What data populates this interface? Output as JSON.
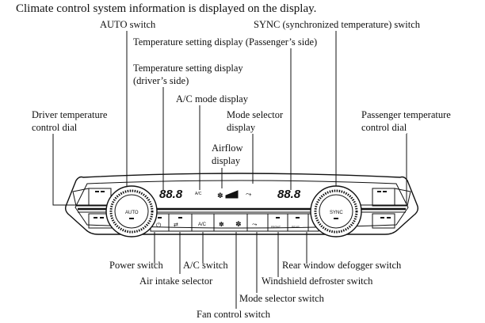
{
  "title": "Climate control system information is displayed on the display.",
  "labels": {
    "auto_switch": "AUTO switch",
    "sync_switch": "SYNC (synchronized temperature) switch",
    "temp_passenger": "Temperature setting display (Passenger’s side)",
    "temp_driver_1": "Temperature setting display",
    "temp_driver_2": "(driver’s side)",
    "ac_mode_display": "A/C mode display",
    "driver_dial_1": "Driver temperature",
    "driver_dial_2": "control dial",
    "mode_display_1": "Mode selector",
    "mode_display_2": "display",
    "passenger_dial_1": "Passenger temperature",
    "passenger_dial_2": "control dial",
    "airflow_1": "Airflow",
    "airflow_2": "display",
    "power_switch": "Power switch",
    "ac_switch": "A/C switch",
    "rear_defogger": "Rear window defogger switch",
    "air_intake": "Air intake selector",
    "windshield_defroster": "Windshield defroster switch",
    "mode_selector_switch": "Mode selector switch",
    "fan_control": "Fan control switch"
  },
  "panel": {
    "temp_left": "88.8",
    "temp_right": "88.8",
    "ac_icon": "A/C",
    "auto": "AUTO",
    "sync": "SYNC",
    "ac_button": "A/C",
    "front": "FRONT",
    "rear": "REAR"
  }
}
